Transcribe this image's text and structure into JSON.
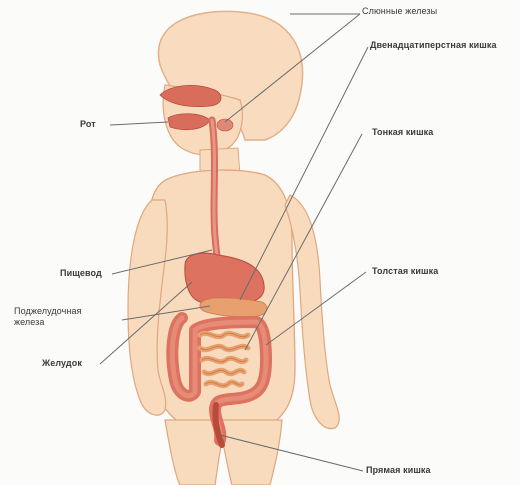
{
  "diagram": {
    "labels": {
      "salivary_glands": "Слюнные железы",
      "duodenum": "Двенадцатиперстная кишка",
      "mouth": "Рот",
      "small_intestine": "Тонкая кишка",
      "esophagus": "Пищевод",
      "large_intestine": "Толстая кишка",
      "pancreas": "Поджелудочная железа",
      "stomach": "Желудок",
      "rectum": "Прямая кишка"
    },
    "colors": {
      "skin": "#f7d9b9",
      "skin_outline": "#e0a77e",
      "organ": "#dd7260",
      "organ_dark": "#b94a3a",
      "intestine": "#e9a06f",
      "leader_line": "#6b6b6b"
    }
  }
}
